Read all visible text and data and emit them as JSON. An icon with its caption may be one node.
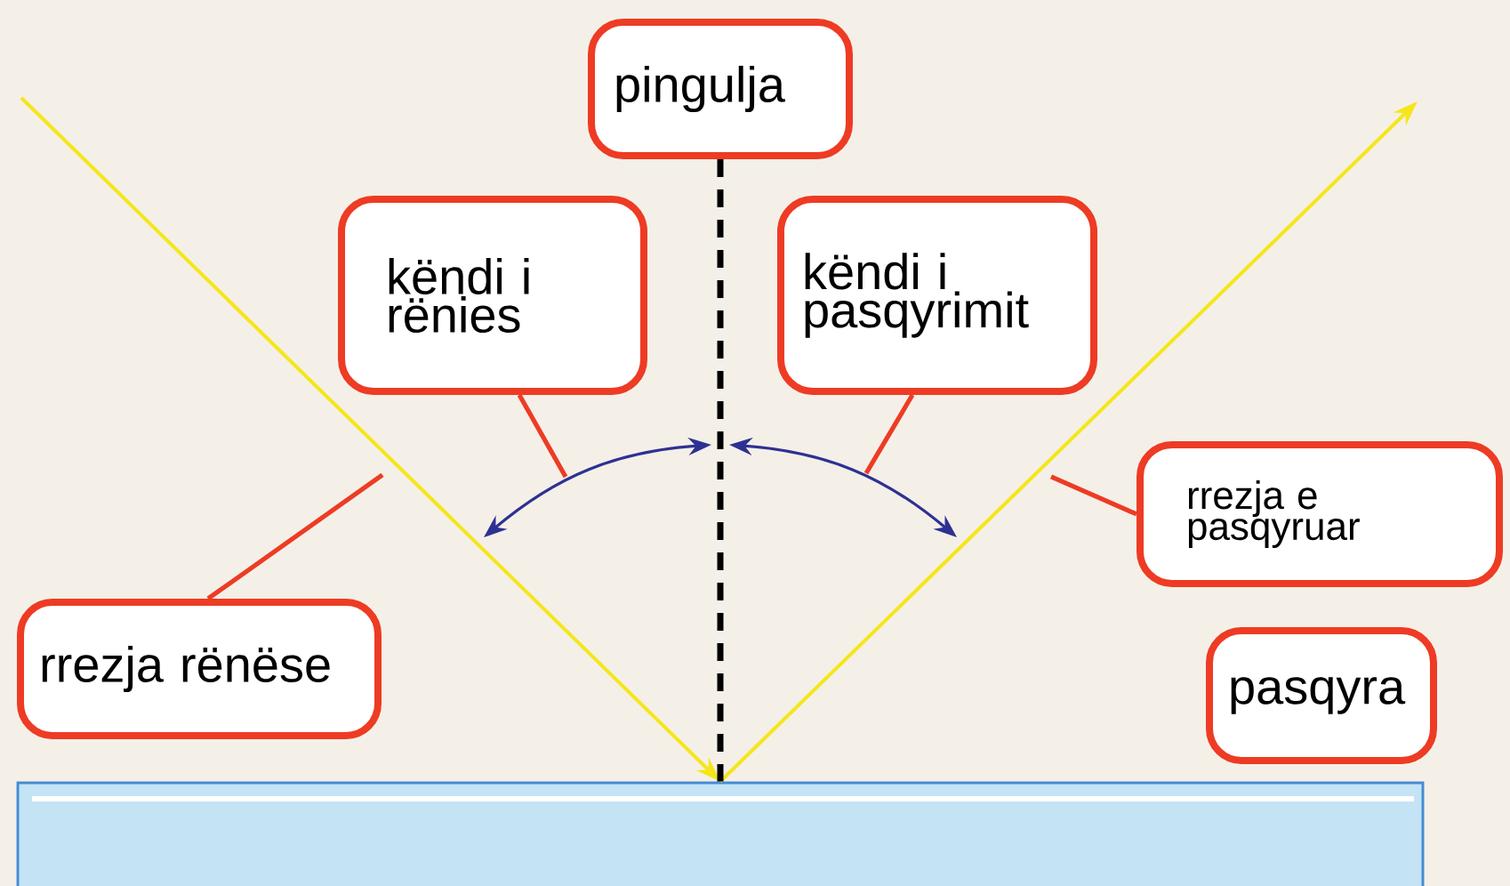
{
  "diagram": {
    "nodes": [
      {
        "text": [
          "pingulja"
        ]
      },
      {
        "text": [
          "këndi i rënies"
        ]
      },
      {
        "text": [
          "këndi i pasqyrimit"
        ]
      },
      {
        "text": [
          "rrezja rënëse"
        ]
      },
      {
        "text": [
          "rrezja e pasqyruar"
        ]
      },
      {
        "text": [
          "pasqyra"
        ]
      },
      {
        "text": [],
        "shape": "box"
      }
    ],
    "edges": [
      {
        "from": null,
        "to": 6,
        "arrow": "to",
        "color": "#f5e619"
      },
      {
        "from": 6,
        "to": null,
        "arrow": "to",
        "color": "#f5e619"
      },
      {
        "from": 0,
        "to": 6,
        "arrow": "none",
        "style": "dashed",
        "color": "#000000"
      },
      {
        "from": 1,
        "to": null,
        "arrow": "none"
      },
      {
        "from": 2,
        "to": null,
        "arrow": "none"
      },
      {
        "from": 3,
        "to": null,
        "arrow": "none"
      },
      {
        "from": 4,
        "to": null,
        "arrow": "none"
      }
    ]
  }
}
